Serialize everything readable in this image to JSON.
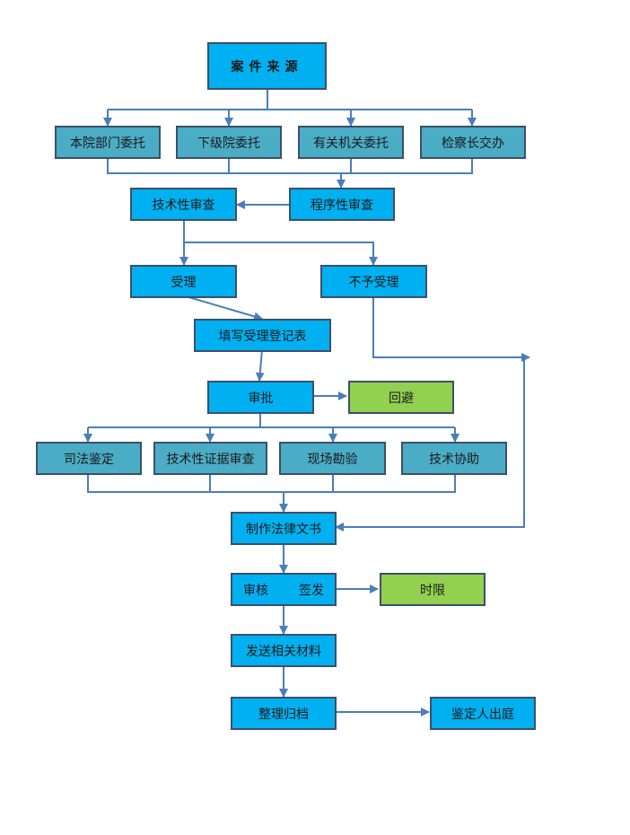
{
  "diagram": {
    "source": "案件来源",
    "commissions": [
      "本院部门委托",
      "下级院委托",
      "有关机关委托",
      "检察长交办"
    ],
    "technical_review": "技术性审查",
    "procedural_review": "程序性审查",
    "accept": "受理",
    "reject": "不予受理",
    "fill_form": "填写受理登记表",
    "approve": "审批",
    "recuse": "回避",
    "tasks": [
      "司法鉴定",
      "技术性证据审查",
      "现场勘验",
      "技术协助"
    ],
    "make_document": "制作法律文书",
    "review_sign": {
      "review": "审核",
      "sign": "签发"
    },
    "time_limit": "时限",
    "send_materials": "发送相关材料",
    "archive": "整理归档",
    "testify": "鉴定人出庭"
  },
  "colors": {
    "node_blue": "#00b0f0",
    "node_teal": "#4bacc6",
    "node_green": "#92d050",
    "border": "#3b4f6b",
    "connector": "#4a7ebb"
  }
}
